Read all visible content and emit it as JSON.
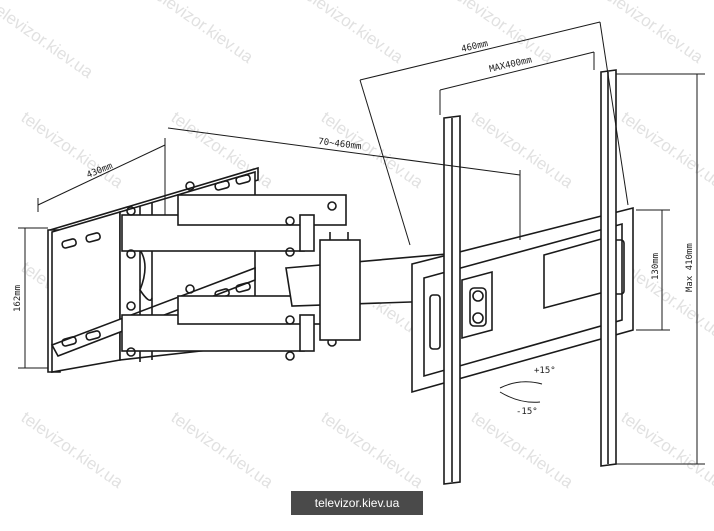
{
  "dimensions": {
    "arm_depth": "430mm",
    "extension": "70~460mm",
    "wall_plate_height": "162mm",
    "bracket_width": "460mm",
    "vesa_width": "MAX400mm",
    "mount_height": "Max 410mm",
    "rail_spacing": "130mm",
    "tilt_up": "+15°",
    "tilt_down": "-15°"
  },
  "watermark": "televizor.kiev.ua",
  "footer": {
    "site": "televizor.kiev.ua"
  },
  "colors": {
    "line": "#1a1a1a",
    "watermark": "#c9c9c9",
    "badge": "#4a4a4a"
  }
}
